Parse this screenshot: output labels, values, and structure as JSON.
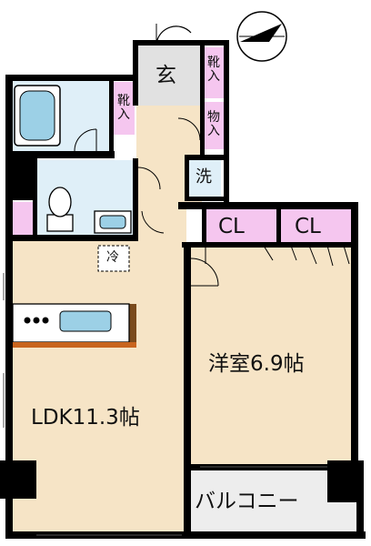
{
  "labels": {
    "entrance": "玄",
    "shoe_storage_1": "靴入",
    "shoe_storage_2": "靴入",
    "storage": "物入",
    "washer": "洗",
    "closet_1": "CL",
    "closet_2": "CL",
    "fridge": "冷",
    "western_room": "洋室6.9帖",
    "ldk": "LDK11.3帖",
    "balcony": "バルコニー"
  },
  "colors": {
    "wall": "#000000",
    "floor": "#f6e4c6",
    "floor_balcony": "#ededed",
    "wet_area": "#dfeff8",
    "storage": "#f5c6ef",
    "entrance": "#e1e1e1",
    "counter": "#7a4a1c",
    "sink": "#9cd0e6",
    "accent_orange": "#c8641e"
  },
  "icons": [
    "compass-icon",
    "bathtub-icon",
    "toilet-icon",
    "washbasin-icon",
    "stove-icon",
    "sink-icon",
    "door-swing-icon"
  ]
}
